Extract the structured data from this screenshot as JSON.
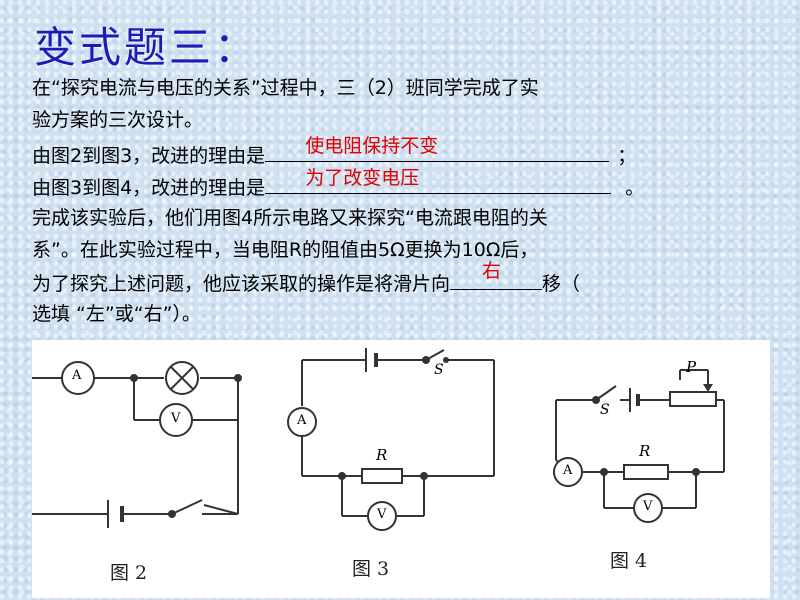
{
  "title": "变式题三：",
  "question": {
    "line1": "在“探究电流与电压的关系”过程中，三（2）班同学完成了实",
    "line2": "验方案的三次设计。",
    "line3_prefix": "由图2到图3，改进的理由是",
    "line3_suffix": "；",
    "answer1": "使电阻保持不变",
    "line4_prefix": "由图3到图4，改进的理由是",
    "line4_suffix": "。",
    "answer2": "为了改变电压",
    "line5": "完成该实验后，他们用图4所示电路又来探究“电流跟电阻的关",
    "line6": "系”。在此实验过程中，当电阻R的阻值由5Ω更换为10Ω后，",
    "line7_prefix": "为了探究上述问题，他应该采取的操作是将滑片向",
    "line7_suffix": "移（",
    "answer3": "右",
    "line8": "选填 “左”或“右”）。"
  },
  "figures": {
    "fig2_label": "图 2",
    "fig3_label": "图 3",
    "fig4_label": "图 4",
    "ammeter_symbol": "A",
    "voltmeter_symbol": "V",
    "switch_symbol": "S",
    "resistor_symbol": "R",
    "slider_symbol": "P"
  },
  "colors": {
    "title": "#1b1bb5",
    "answer": "#e00000",
    "background": "#cfe0f0"
  }
}
